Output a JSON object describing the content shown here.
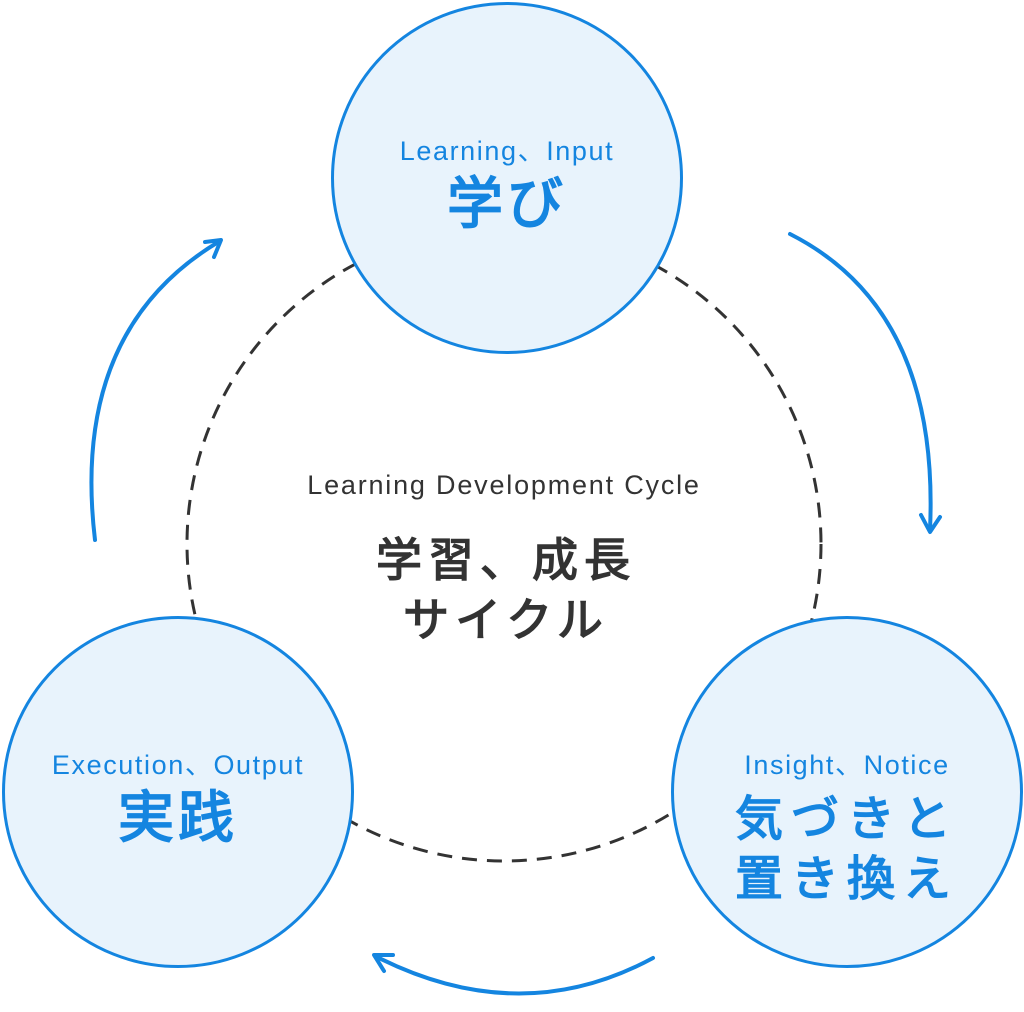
{
  "diagram": {
    "type": "cycle",
    "center": {
      "subtitle_en": "Learning Development Cycle",
      "title_ja_line1": "学習、成長",
      "title_ja_line2": "サイクル"
    },
    "nodes": [
      {
        "id": "learning",
        "subtitle": "Learning、Input",
        "title": "学び"
      },
      {
        "id": "insight",
        "subtitle": "Insight、Notice",
        "title": "気づきと\n置き換え"
      },
      {
        "id": "execution",
        "subtitle": "Execution、Output",
        "title": "実践"
      }
    ],
    "flow": [
      "learning",
      "insight",
      "execution",
      "learning"
    ],
    "direction": "clockwise"
  },
  "colors": {
    "accent": "#1485e0",
    "node_fill": "#e8f3fc",
    "text_dark": "#333333",
    "dashed_ring": "#333333"
  }
}
